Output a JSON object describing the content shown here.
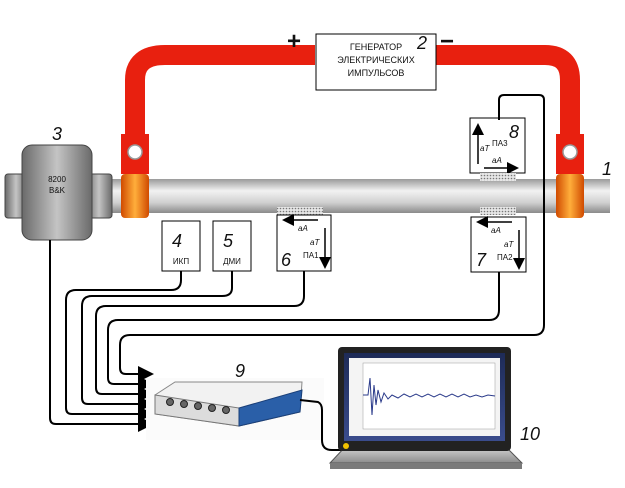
{
  "generator": {
    "label_lines": [
      "ГЕНЕРАТОР",
      "ЭЛЕКТРИЧЕСКИХ",
      "ИМПУЛЬСОВ"
    ],
    "number": "2",
    "plus": "+",
    "minus": "−"
  },
  "accelerometer": {
    "model": "8200",
    "brand": "B&K",
    "number": "3"
  },
  "pipe": {
    "number": "1"
  },
  "ikp": {
    "label": "ИКП",
    "number": "4"
  },
  "dmi": {
    "label": "ДМИ",
    "number": "5"
  },
  "sensors": [
    {
      "name": "ПА1",
      "number": "6",
      "a_long": "aA",
      "a_trans": "aT"
    },
    {
      "name": "ПА2",
      "number": "7",
      "a_long": "aA",
      "a_trans": "aT"
    },
    {
      "name": "ПА3",
      "number": "8",
      "a_long": "aA",
      "a_trans": "aT"
    }
  ],
  "daq": {
    "number": "9"
  },
  "laptop": {
    "number": "10"
  },
  "colors": {
    "clamp_red": "#e8200f",
    "pipe_gray": "#c8c8c8",
    "daq_blue": "#2a5fa8"
  }
}
